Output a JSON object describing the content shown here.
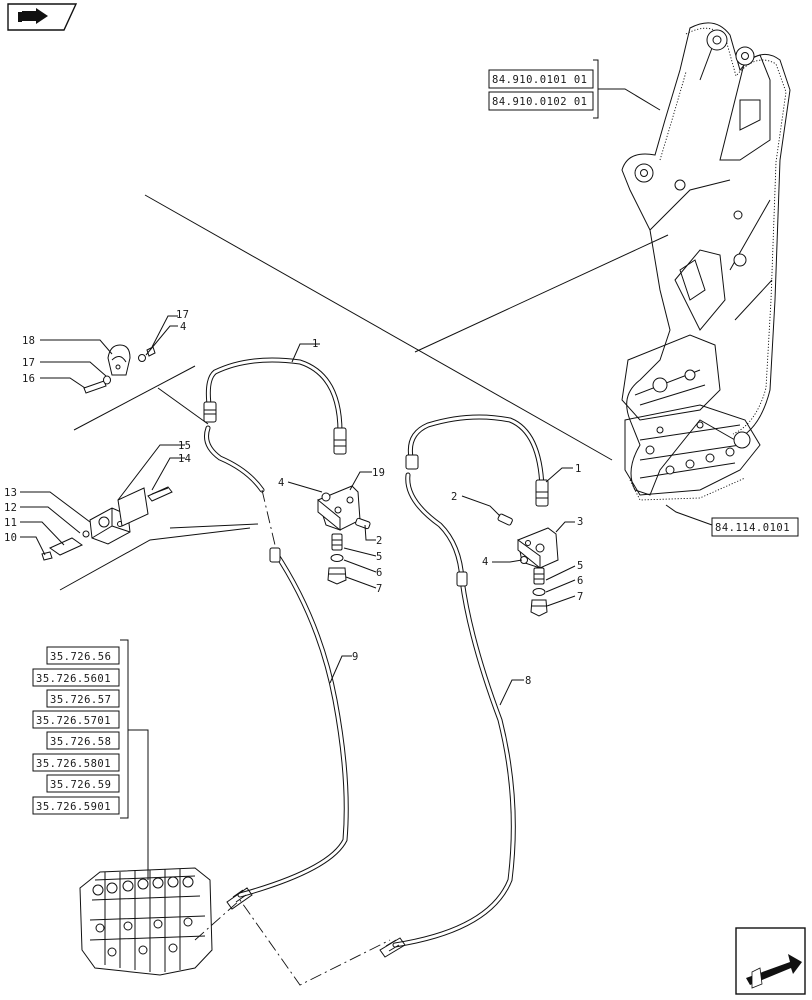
{
  "nav": {
    "top_icon": "book-arrow-icon",
    "bottom_icon": "next-page-arrow-icon"
  },
  "references": {
    "boom": [
      "84.910.0101 01",
      "84.910.0102 01"
    ],
    "bracket": "84.114.0101",
    "valve": [
      "35.726.56",
      "35.726.5601",
      "35.726.57",
      "35.726.5701",
      "35.726.58",
      "35.726.5801",
      "35.726.59",
      "35.726.5901"
    ]
  },
  "callouts": {
    "c1a": "1",
    "c1b": "1",
    "c2a": "2",
    "c2b": "2",
    "c3": "3",
    "c4a": "4",
    "c4b": "4",
    "c4c": "4",
    "c5a": "5",
    "c5b": "5",
    "c6a": "6",
    "c6b": "6",
    "c7a": "7",
    "c7b": "7",
    "c8": "8",
    "c9": "9",
    "c10": "10",
    "c11": "11",
    "c12": "12",
    "c13": "13",
    "c14": "14",
    "c15": "15",
    "c16": "16",
    "c17a": "17",
    "c17b": "17",
    "c18": "18",
    "c19": "19"
  }
}
